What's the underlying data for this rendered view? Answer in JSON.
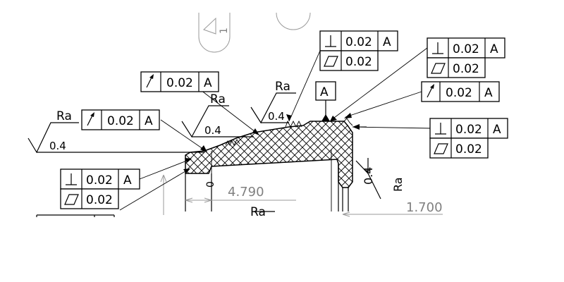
{
  "fcf": {
    "fcf1": {
      "sym": "perpendicularity",
      "tol": "0.02",
      "datum": "A",
      "sym2": "flatness",
      "tol2": "0.02"
    },
    "fcf2": {
      "sym": "perpendicularity",
      "tol": "0.02",
      "datum": "A",
      "sym2": "flatness",
      "tol2": "0.02"
    },
    "fcf3": {
      "sym": "circular-runout",
      "tol": "0.02",
      "datum": "A"
    },
    "fcf4": {
      "sym": "circular-runout",
      "tol": "0.02",
      "datum": "A"
    },
    "fcf5": {
      "sym": "circular-runout",
      "tol": "0.02",
      "datum": "A"
    },
    "fcf6": {
      "sym": "perpendicularity",
      "tol": "0.02",
      "datum": "A",
      "sym2": "flatness",
      "tol2": "0.02"
    },
    "fcf7": {
      "sym": "perpendicularity",
      "tol": "0.02",
      "datum": "A",
      "sym2": "flatness",
      "tol2": "0.02"
    }
  },
  "datum_label": "A",
  "roughness": {
    "r1": {
      "label": "Ra",
      "value": "0.4"
    },
    "r2": {
      "label": "Ra",
      "value": "0.4"
    },
    "r3": {
      "label": "Ra",
      "value": "0.4"
    },
    "r4": {
      "label": "Ra",
      "value": "0.4"
    },
    "r5": {
      "label": "Ra"
    }
  },
  "dimensions": {
    "d1": "4.790",
    "d2": "1.700",
    "d3": "0",
    "d4": "0.4"
  },
  "colors": {
    "ink": "#000000",
    "dimension": "#808080",
    "hatch": "#000000"
  }
}
